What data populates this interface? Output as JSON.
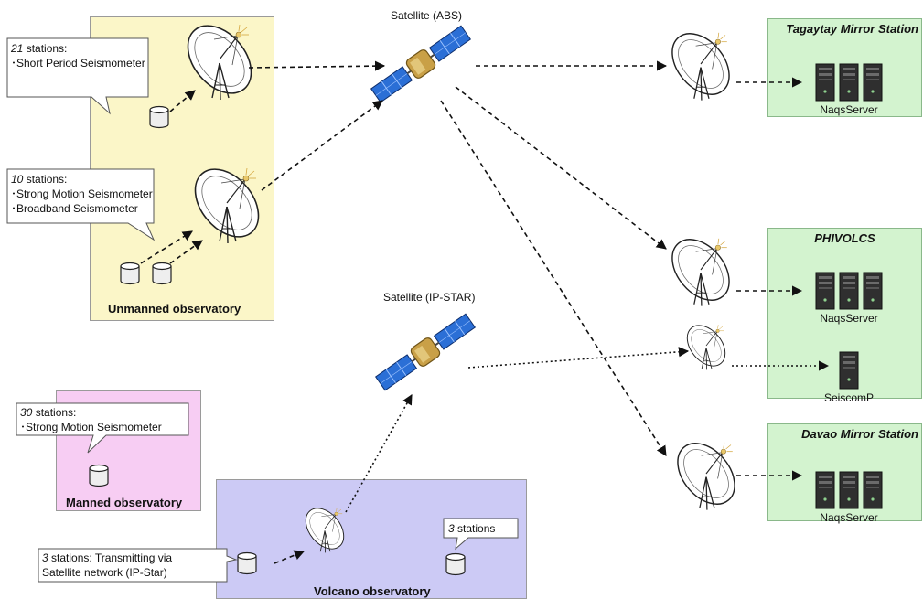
{
  "regions": {
    "unmanned": "Unmanned observatory",
    "manned": "Manned observatory",
    "volcano": "Volcano observatory"
  },
  "callouts": {
    "c1": {
      "count": "21",
      "suffix": " stations:",
      "items": [
        "･Short Period Seismometer"
      ]
    },
    "c2": {
      "count": "10",
      "suffix": " stations:",
      "items": [
        "･Strong Motion Seismometer",
        "･Broadband Seismometer"
      ]
    },
    "c3": {
      "count": "30",
      "suffix": " stations:",
      "items": [
        "･Strong Motion Seismometer"
      ]
    },
    "c4": {
      "count": "3",
      "suffix": " stations"
    },
    "c5": {
      "count": "3",
      "suffix": " stations:  Transmitting via",
      "line2": "Satellite network (IP-Star)"
    }
  },
  "satellites": {
    "abs": "Satellite (ABS)",
    "ipstar": "Satellite (IP-STAR)"
  },
  "stations": {
    "tagaytay": {
      "title": "Tagaytay Mirror Station",
      "server": "NaqsServer"
    },
    "phivolcs": {
      "title": "PHIVOLCS",
      "server": "NaqsServer",
      "server2": "SeiscomP"
    },
    "davao": {
      "title": "Davao Mirror Station",
      "server": "NaqsServer"
    }
  },
  "colors": {
    "unmanned": "#fbf6c8",
    "manned": "#f7cdf3",
    "volcano": "#cccaf5",
    "station": "#d3f3cf"
  }
}
